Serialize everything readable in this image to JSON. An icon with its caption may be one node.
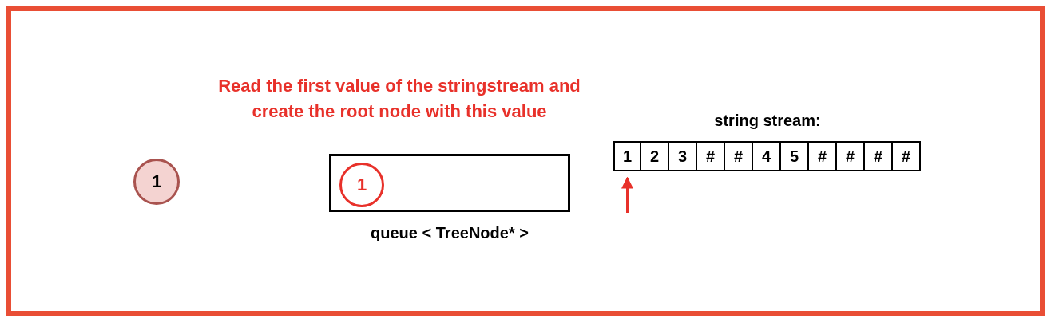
{
  "diagram": {
    "nodes": [
      {
        "text": [
          "1"
        ]
      },
      {
        "text": [],
        "shape": "box",
        "beside": [
          "queue < TreeNode* >"
        ]
      },
      {
        "text": [
          "1"
        ],
        "in": 1
      },
      {
        "text": [
          "string stream:"
        ]
      },
      {
        "text": [
          "1"
        ],
        "in": 3
      },
      {
        "text": [
          "2"
        ],
        "in": 3
      },
      {
        "text": [
          "3"
        ],
        "in": 3
      },
      {
        "text": [
          "#"
        ],
        "in": 3
      },
      {
        "text": [
          "#"
        ],
        "in": 3
      },
      {
        "text": [
          "4"
        ],
        "in": 3
      },
      {
        "text": [
          "5"
        ],
        "in": 3
      },
      {
        "text": [
          "#"
        ],
        "in": 3
      },
      {
        "text": [
          "#"
        ],
        "in": 3
      },
      {
        "text": [
          "#"
        ],
        "in": 3
      },
      {
        "text": [
          "#"
        ],
        "in": 3
      }
    ],
    "edges": [
      {
        "from": null,
        "to": 4,
        "arrow": "to",
        "color": "#e8312a"
      }
    ],
    "labels": [
      "Read the first value of the stringstream and create the root node with this value"
    ]
  }
}
